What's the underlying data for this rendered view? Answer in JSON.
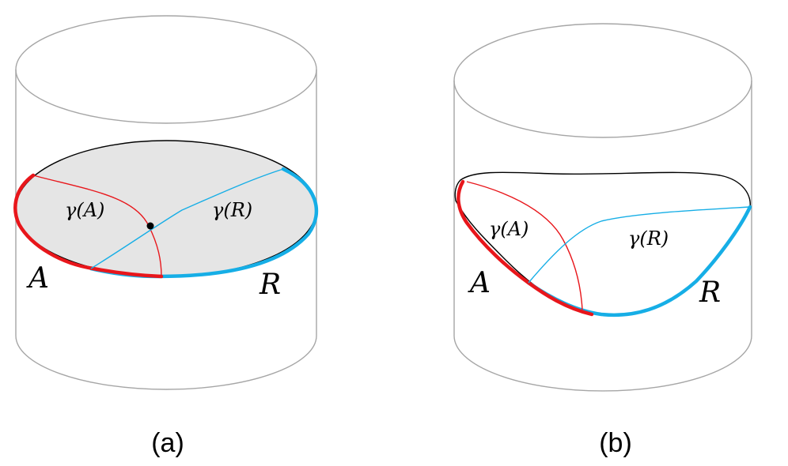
{
  "panels": [
    {
      "id": "a",
      "caption": "(a)",
      "gamma_A": "γ(A)",
      "gamma_R": "γ(R)",
      "region_A": "A",
      "region_R": "R"
    },
    {
      "id": "b",
      "caption": "(b)",
      "gamma_A": "γ(A)",
      "gamma_R": "γ(R)",
      "region_A": "A",
      "region_R": "R"
    }
  ],
  "colors": {
    "cylinder": "#a6a6a6",
    "boundary": "#000000",
    "region_A": "#e8161b",
    "region_R": "#16aee6",
    "disk_fill": "#e5e5e5"
  }
}
